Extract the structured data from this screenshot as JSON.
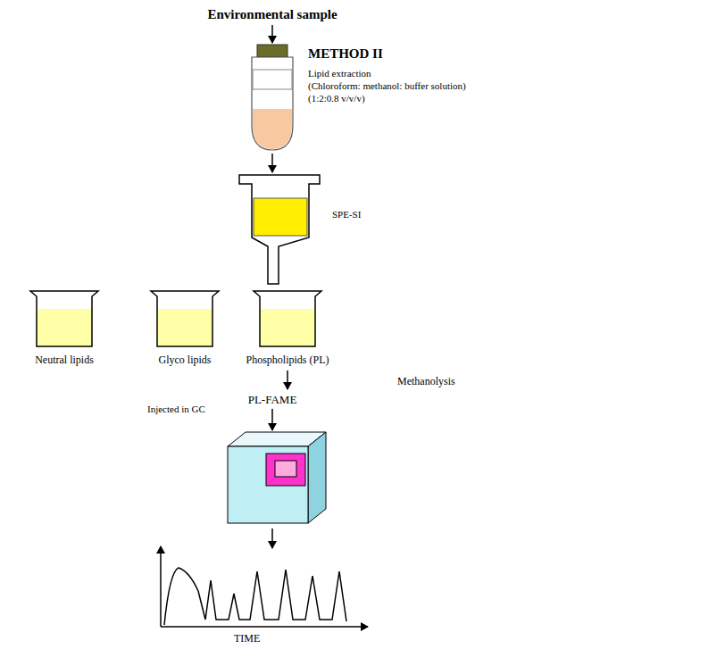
{
  "diagram": {
    "nodes": [
      {
        "text": [
          "Environmental sample"
        ]
      },
      {
        "text": [
          "Neutral lipids"
        ]
      },
      {
        "text": [
          "Glyco lipids"
        ]
      },
      {
        "text": [
          "Phospholipids (PL)"
        ]
      },
      {
        "text": [
          "PL-FAME"
        ]
      }
    ],
    "edges": [
      {
        "from": 3,
        "to": 4,
        "arrow": "to"
      }
    ],
    "labels": [
      "METHOD II",
      "Lipid extraction",
      "(Chloroform: methanol: buffer solution)",
      "(1:2:0.8 v/v/v)",
      "SPE-SI",
      "Methanolysis",
      "Injected in GC",
      "TIME"
    ]
  }
}
